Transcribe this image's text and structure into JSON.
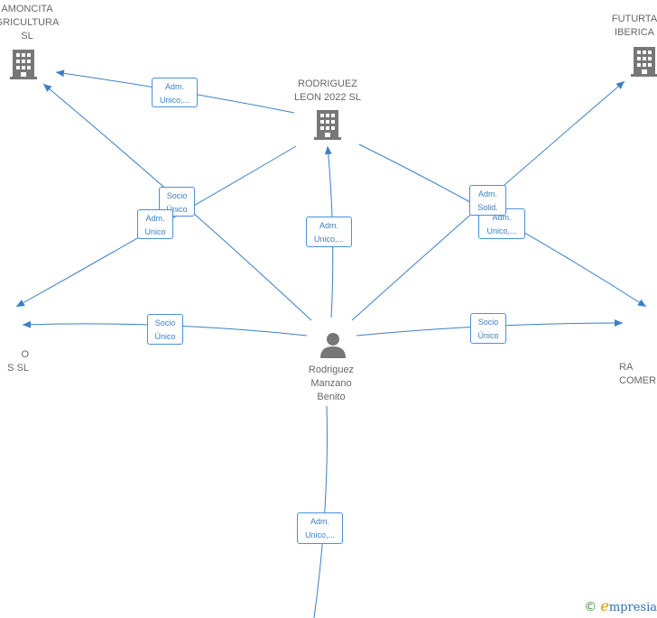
{
  "nodes": {
    "camoncita": "AMONCITA\nGRICULTURA\nSL",
    "rodriguez_leon": "RODRIGUEZ\nLEON 2022  SL",
    "futurta": "FUTURTA\nIBERICA",
    "left_mid": "O\nS  SL",
    "right_mid": "RA\nCOMER",
    "person": "Rodriguez\nManzano\nBenito"
  },
  "edge_labels": {
    "adm_unico_top_left": "Adm.\nUnico,...",
    "socio_unico_upper": "Socio\nÚnico",
    "adm_unico_left": "Adm.\nUnico",
    "adm_unico_center": "Adm.\nUnico,...",
    "adm_solid": "Adm.\nSolid.",
    "adm_unico_right": "Adm.\nUnico,...",
    "socio_unico_left": "Socio\nÚnico",
    "socio_unico_right": "Socio\nÚnico",
    "adm_unico_bottom": "Adm.\nUnico,..."
  },
  "brand": {
    "copyright": "©",
    "name": "mpresia",
    "initial": "e"
  },
  "colors": {
    "edge": "#3b7fc4",
    "icon": "#777777",
    "label": "#666666"
  }
}
